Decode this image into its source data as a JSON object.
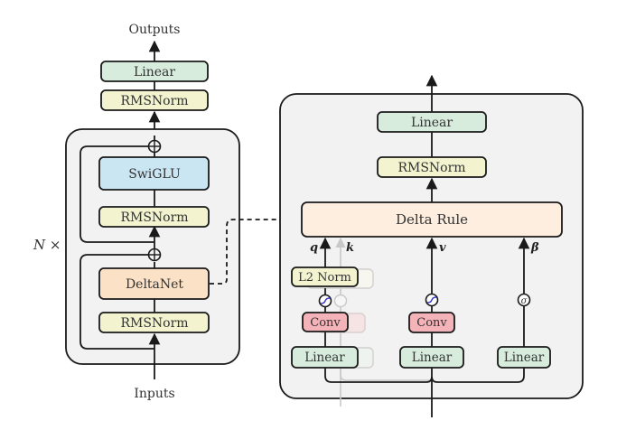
{
  "colors": {
    "linear": "#d7ecdd",
    "rmsnorm": "#f3f4cf",
    "swiglu": "#cbe6f3",
    "deltanet": "#fbe1c6",
    "delta_rule": "#fdeee0",
    "conv": "#f4b3b8",
    "l2norm": "#f3f4cf",
    "panel": "#f2f2f2"
  },
  "left": {
    "outputs_label": "Outputs",
    "inputs_label": "Inputs",
    "repeat_label": "N ×",
    "linear_label": "Linear",
    "top_rmsnorm_label": "RMSNorm",
    "swiglu_label": "SwiGLU",
    "mid_rmsnorm_label": "RMSNorm",
    "deltanet_label": "DeltaNet",
    "bottom_rmsnorm_label": "RMSNorm",
    "add_symbol": "⊕"
  },
  "right": {
    "linear_top_label": "Linear",
    "rmsnorm_label": "RMSNorm",
    "delta_rule_label": "Delta Rule",
    "q_label": "q",
    "k_label": "k",
    "v_label": "v",
    "beta_label": "β",
    "l2norm_label": "L2 Norm",
    "conv_q_label": "Conv",
    "conv_v_label": "Conv",
    "linear_q_label": "Linear",
    "linear_v_label": "Linear",
    "linear_beta_label": "Linear",
    "sigma_label": "σ"
  }
}
